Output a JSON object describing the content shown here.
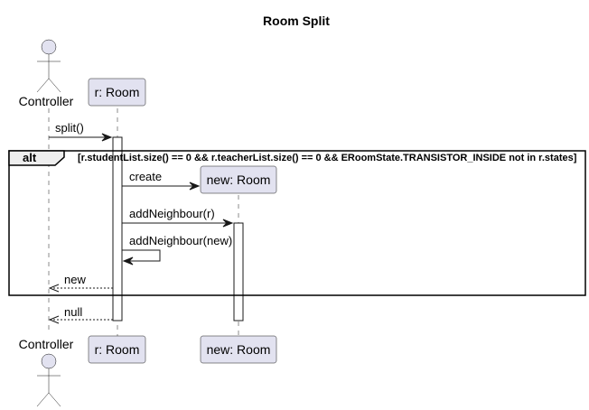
{
  "diagram": {
    "title": "Room Split",
    "actor": {
      "name": "Controller"
    },
    "participants": {
      "room": "r: Room",
      "new_room": "new: Room"
    },
    "messages": {
      "split": "split()",
      "create": "create",
      "add_neighbour_r": "addNeighbour(r)",
      "add_neighbour_new": "addNeighbour(new)",
      "return_new": "new",
      "return_null": "null"
    },
    "fragment": {
      "operator": "alt",
      "guard": "[r.studentList.size() == 0 && r.teacherList.size() == 0 && ERoomState.TRANSISTOR_INSIDE not in r.states]"
    }
  }
}
